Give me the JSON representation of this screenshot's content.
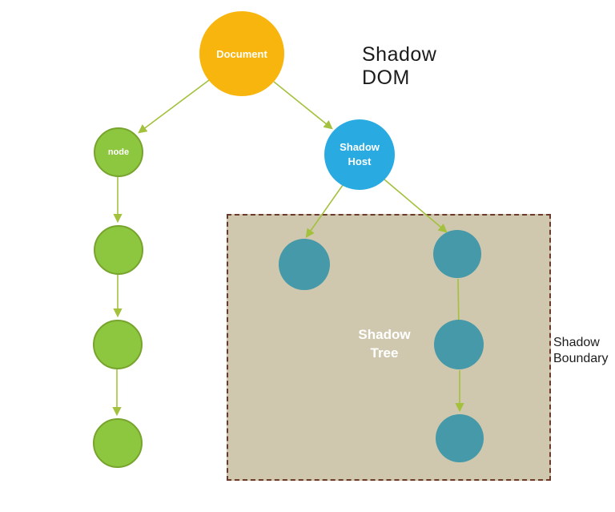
{
  "diagram": {
    "title": "Shadow DOM"
  },
  "labels": {
    "shadow_tree": "Shadow Tree",
    "shadow_boundary": "Shadow Boundary"
  },
  "nodes": {
    "document": {
      "label": "Document",
      "color": "#F7B50E",
      "text_color": "#FFFFFF"
    },
    "node": {
      "label": "node",
      "color": "#8DC63F",
      "border_color": "#77A42C",
      "text_color": "#FFFFFF"
    },
    "shadow_host": {
      "label": "Shadow Host",
      "color": "#29ABE2",
      "text_color": "#FFFFFF"
    },
    "shadow_tree_nodes": {
      "count": 4,
      "color": "#4599A8"
    },
    "dom_chain_nodes": {
      "count": 3,
      "color": "#8DC63F"
    }
  },
  "boundary_box": {
    "fill": "#CFC8AE",
    "border_color": "#6B3A2B",
    "border_style": "dashed"
  },
  "edges": {
    "color": "#A3C13C",
    "list": [
      "document-to-node",
      "document-to-shadow-host",
      "node-chain-1",
      "node-chain-2",
      "node-chain-3",
      "host-to-shadow-left",
      "host-to-shadow-right",
      "shadow-chain-1",
      "shadow-chain-2"
    ]
  },
  "colors": {
    "background": "#FFFFFF",
    "title_text": "#1C1C1C",
    "boundary_label_text": "#1C1C1C"
  }
}
